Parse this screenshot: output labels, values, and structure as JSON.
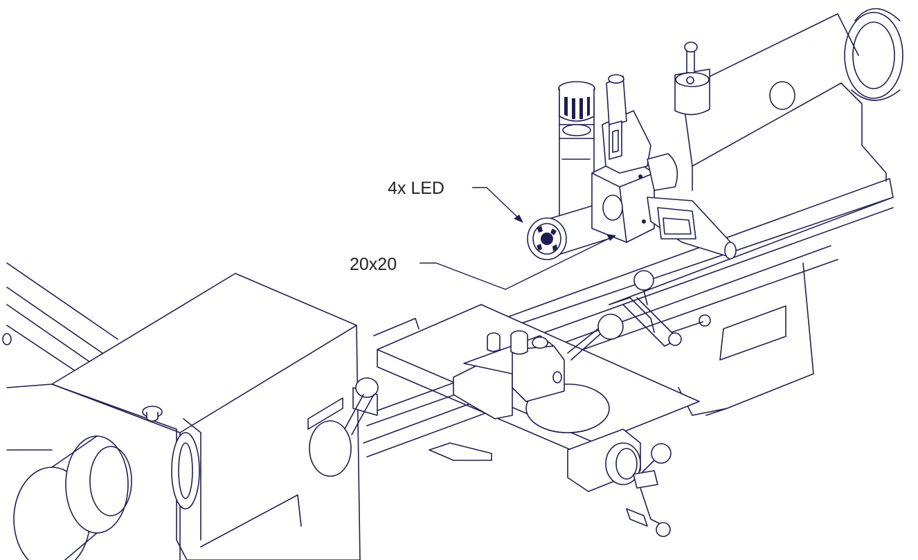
{
  "diagram": {
    "callouts": [
      {
        "id": "led",
        "text": "4x LED"
      },
      {
        "id": "square",
        "text": "20x20"
      }
    ],
    "colors": {
      "line": "#1f1d52",
      "label": "#222222",
      "background": "#ffffff"
    }
  }
}
